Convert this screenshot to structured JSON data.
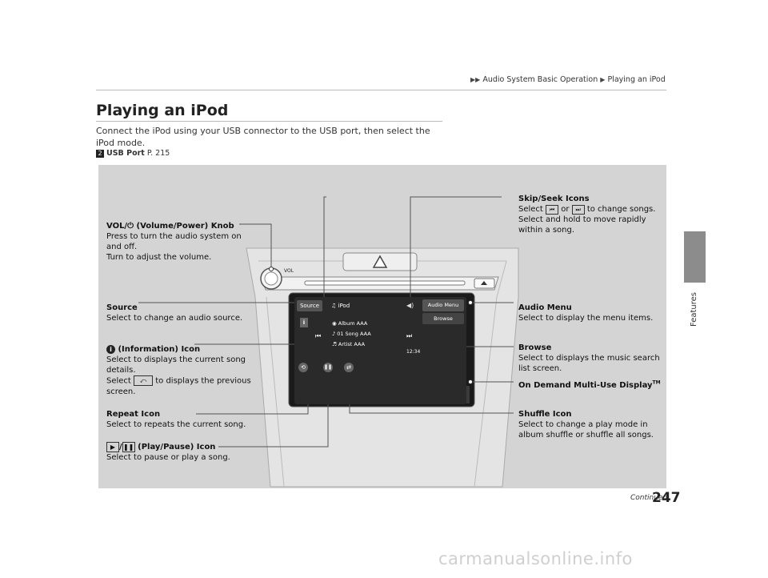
{
  "breadcrumb": {
    "part1": "Audio System Basic Operation",
    "part2": "Playing an iPod"
  },
  "side_tab": {
    "label": "Features"
  },
  "section": {
    "title": "Playing an iPod",
    "intro": "Connect the iPod using your USB connector to the USB port, then select the iPod mode.",
    "xref_label": "USB Port",
    "xref_page": "P. 215"
  },
  "callouts": {
    "vol_title": "(Volume/Power) Knob",
    "vol_prefix": "VOL/",
    "vol_desc1": "Press to turn the audio system on and off.",
    "vol_desc2": "Turn to adjust the volume.",
    "source_title": "Source",
    "source_desc": "Select to change an audio source.",
    "info_title": "(Information) Icon",
    "info_desc1": "Select to displays the current song details.",
    "info_desc2_a": "Select",
    "info_desc2_b": "to displays the previous screen.",
    "repeat_title": "Repeat Icon",
    "repeat_desc": "Select to repeats the current song.",
    "play_title": "(Play/Pause) Icon",
    "play_desc": "Select to pause or play a song.",
    "skip_title": "Skip/Seek Icons",
    "skip_desc1_a": "Select",
    "skip_desc1_or": "or",
    "skip_desc1_b": "to change songs.",
    "skip_desc2": "Select and hold to move rapidly within a song.",
    "audiomenu_title": "Audio Menu",
    "audiomenu_desc": "Select to display the menu items.",
    "browse_title": "Browse",
    "browse_desc": "Select to displays the music search list screen.",
    "display_title": "On Demand Multi-Use Display",
    "display_tm": "TM",
    "shuffle_title": "Shuffle Icon",
    "shuffle_desc": "Select to change a play mode in album shuffle or shuffle all songs."
  },
  "screen": {
    "source_btn": "Source",
    "mode": "iPod",
    "audio_menu_btn": "Audio Menu",
    "browse_btn": "Browse",
    "album": "Album AAA",
    "song": "01 Song AAA",
    "artist": "Artist AAA",
    "time": "12:34",
    "knob_label": "VOL"
  },
  "footer": {
    "continued": "Continued",
    "page_number": "247"
  },
  "watermark": "carmanualsonline.info"
}
